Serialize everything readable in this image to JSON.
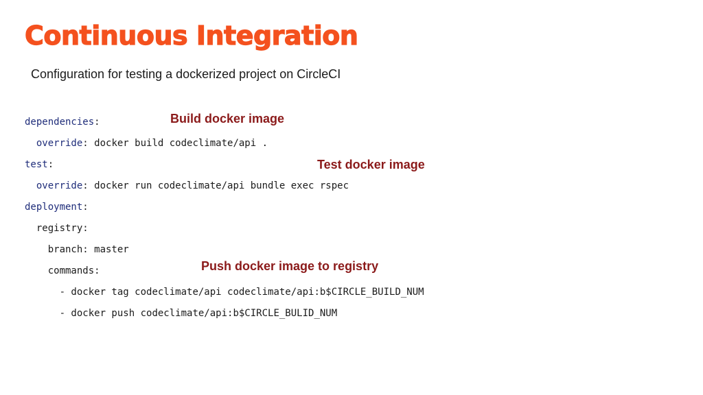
{
  "slide": {
    "title": "Continuous Integration",
    "subtitle": "Configuration for testing a dockerized project on CircleCI"
  },
  "code": {
    "lines": [
      {
        "key": "dependencies",
        "rest": ":"
      },
      {
        "indent": "  ",
        "key": "override",
        "rest": ": docker build codeclimate/api ."
      },
      {
        "key": "test",
        "rest": ":"
      },
      {
        "indent": "  ",
        "key": "override",
        "rest": ": docker run codeclimate/api bundle exec rspec"
      },
      {
        "key": "deployment",
        "rest": ":"
      },
      {
        "indent": "  ",
        "text": "registry:"
      },
      {
        "indent": "    ",
        "text": "branch: master"
      },
      {
        "indent": "    ",
        "text": "commands:"
      },
      {
        "indent": "      ",
        "text": "- docker tag codeclimate/api codeclimate/api:b$CIRCLE_BUILD_NUM"
      },
      {
        "indent": "      ",
        "text": "- docker push codeclimate/api:b$CIRCLE_BULID_NUM"
      }
    ]
  },
  "annotations": {
    "build": "Build docker image",
    "test": "Test docker image",
    "push": "Push docker image to registry"
  },
  "colors": {
    "title": "#f4511e",
    "keyword": "#1f2d7a",
    "annotation": "#8b1a1a",
    "text": "#1a1a1a"
  }
}
